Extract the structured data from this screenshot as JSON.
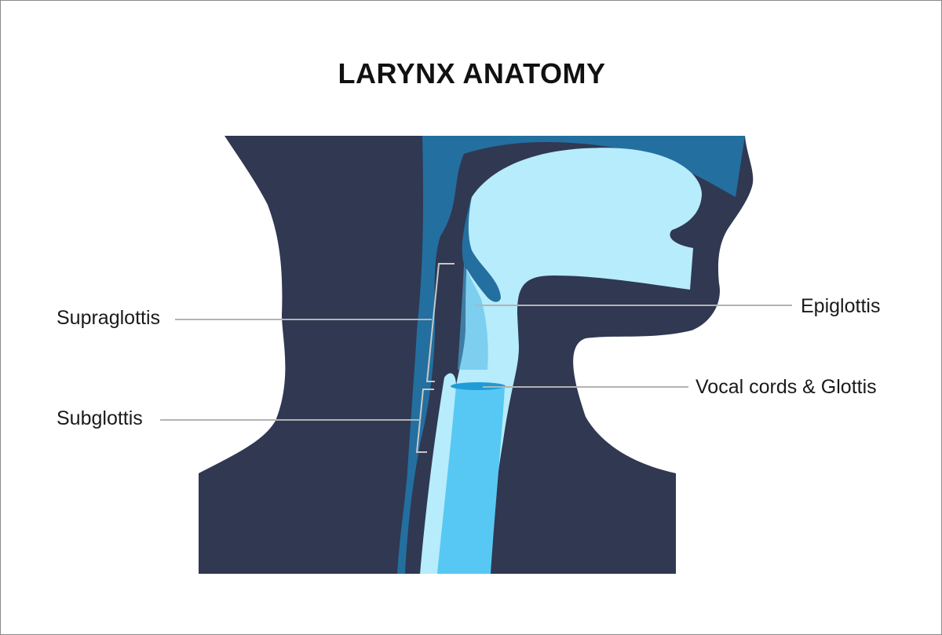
{
  "title": "LARYNX ANATOMY",
  "labels": {
    "supraglottis": "Supraglottis",
    "subglottis": "Subglottis",
    "epiglottis": "Epiglottis",
    "vocal_cords": "Vocal cords & Glottis"
  },
  "colors": {
    "body": "#303852",
    "airway_wall": "#236fa0",
    "cavity": "#b6ecfb",
    "trachea": "#57c8f3",
    "glottis": "#1f9bd8",
    "leader_line": "#b3b3b3"
  }
}
